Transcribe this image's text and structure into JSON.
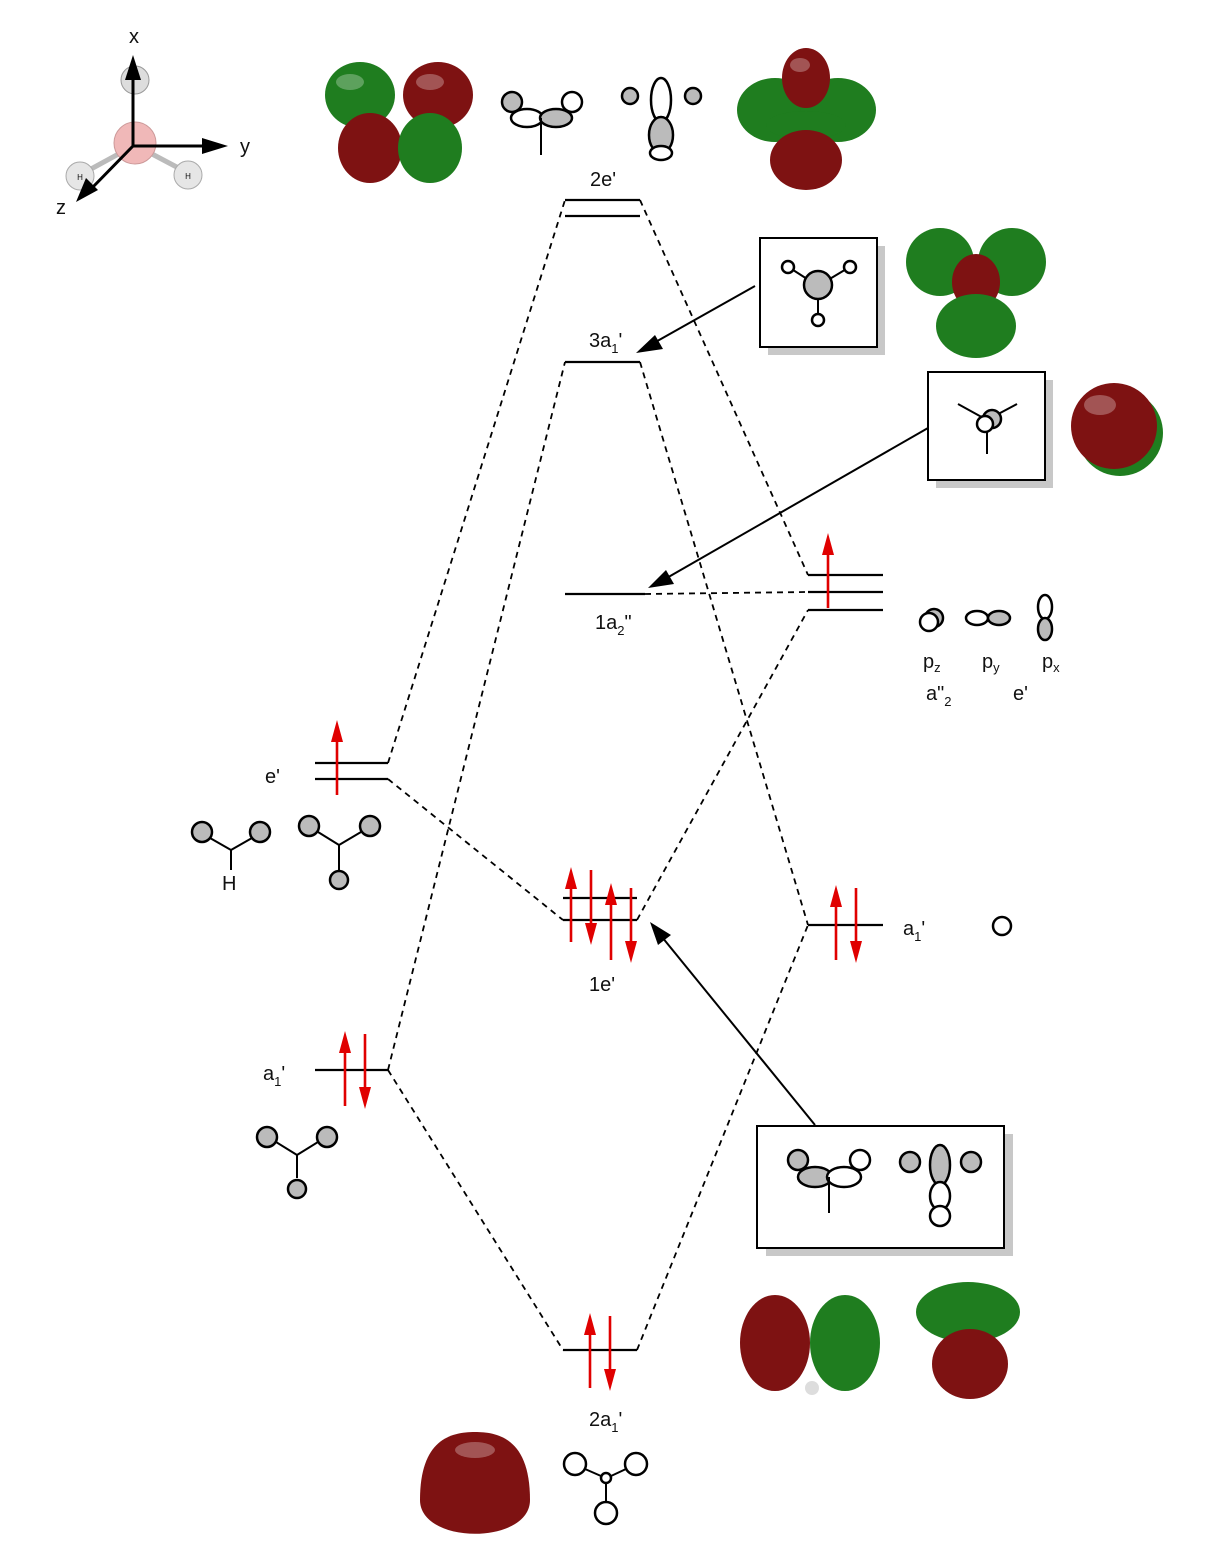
{
  "title": "BH3 molecular orbital diagram",
  "axes": {
    "x": "x",
    "y": "y",
    "z": "z",
    "atom_label": "H"
  },
  "left_fragment": {
    "e_prime": "e'",
    "a1_prime": {
      "base": "a",
      "sub": "1",
      "suffix": "'"
    },
    "h_label": "H"
  },
  "center_levels": {
    "two_e_prime": "2e'",
    "three_a1_prime": {
      "base": "3a",
      "sub": "1",
      "suffix": "'"
    },
    "one_a2_dprime": {
      "base": "1a",
      "sub": "2",
      "suffix": "\""
    },
    "one_e_prime": "1e'",
    "two_a1_prime": {
      "base": "2a",
      "sub": "1",
      "suffix": "'"
    }
  },
  "right_fragment": {
    "a1_prime": {
      "base": "a",
      "sub": "1",
      "suffix": "'"
    },
    "pz": {
      "base": "p",
      "sub": "z"
    },
    "py": {
      "base": "p",
      "sub": "y"
    },
    "px": {
      "base": "p",
      "sub": "x"
    },
    "a2_dprime": {
      "base": "a\"",
      "sub": "2"
    },
    "e_prime": "e'"
  },
  "electrons": {
    "left_e_prime": 1,
    "left_a1_prime": 2,
    "one_e_prime": 4,
    "two_a1_prime": 2,
    "right_p": 1,
    "right_a1_prime": 2
  },
  "colors": {
    "electron": "#e00000",
    "lobe_positive": "#7e1212",
    "lobe_negative": "#1f7d1f"
  }
}
